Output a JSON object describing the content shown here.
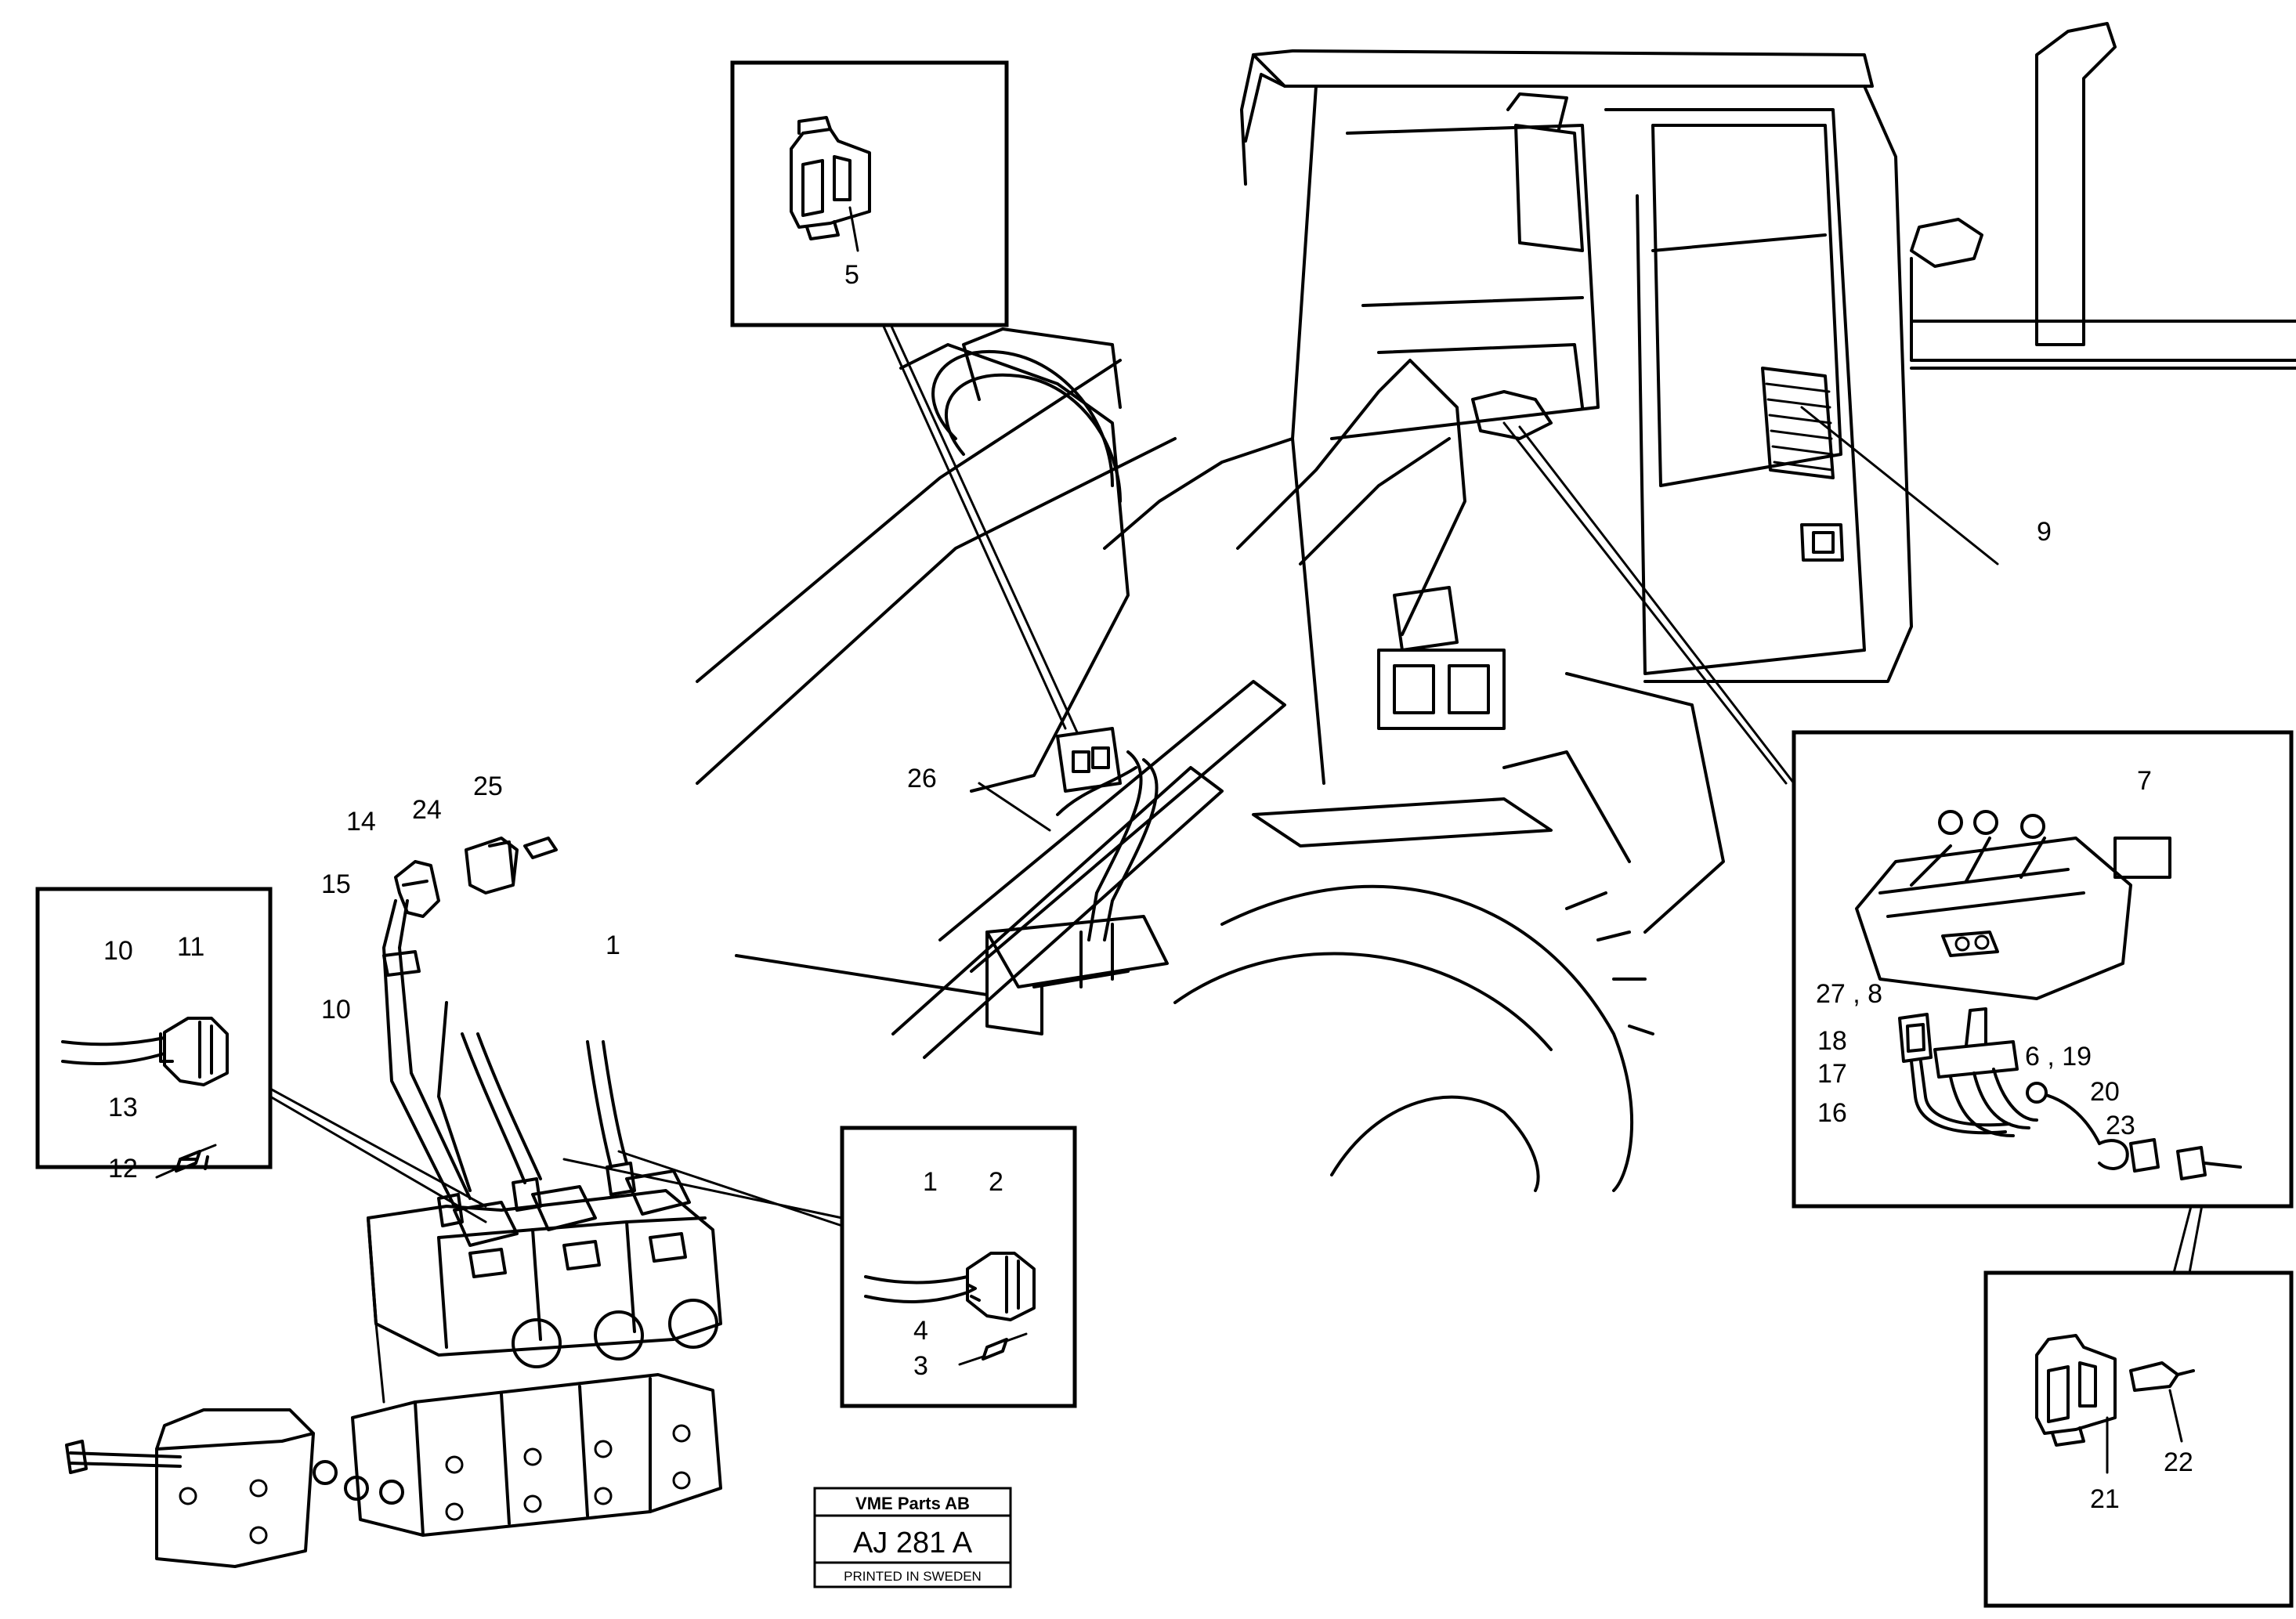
{
  "callouts": [
    {
      "id": "c5",
      "text": "5"
    },
    {
      "id": "c9",
      "text": "9"
    },
    {
      "id": "c7",
      "text": "7"
    },
    {
      "id": "c27_8",
      "text": "27 , 8"
    },
    {
      "id": "c18",
      "text": "18"
    },
    {
      "id": "c17",
      "text": "17"
    },
    {
      "id": "c16",
      "text": "16"
    },
    {
      "id": "c6_19",
      "text": "6 , 19"
    },
    {
      "id": "c20",
      "text": "20"
    },
    {
      "id": "c23",
      "text": "23"
    },
    {
      "id": "c21",
      "text": "21"
    },
    {
      "id": "c22",
      "text": "22"
    },
    {
      "id": "c26",
      "text": "26"
    },
    {
      "id": "c14",
      "text": "14"
    },
    {
      "id": "c24",
      "text": "24"
    },
    {
      "id": "c25",
      "text": "25"
    },
    {
      "id": "c15",
      "text": "15"
    },
    {
      "id": "c10a",
      "text": "10"
    },
    {
      "id": "c11",
      "text": "11"
    },
    {
      "id": "c13",
      "text": "13"
    },
    {
      "id": "c12",
      "text": "12"
    },
    {
      "id": "c10b",
      "text": "10"
    },
    {
      "id": "c1a",
      "text": "1"
    },
    {
      "id": "c1b",
      "text": "1"
    },
    {
      "id": "c2",
      "text": "2"
    },
    {
      "id": "c4",
      "text": "4"
    },
    {
      "id": "c3",
      "text": "3"
    }
  ],
  "stamp": {
    "company": "VME Parts AB",
    "code": "AJ 281 A",
    "printed": "PRINTED IN SWEDEN"
  }
}
